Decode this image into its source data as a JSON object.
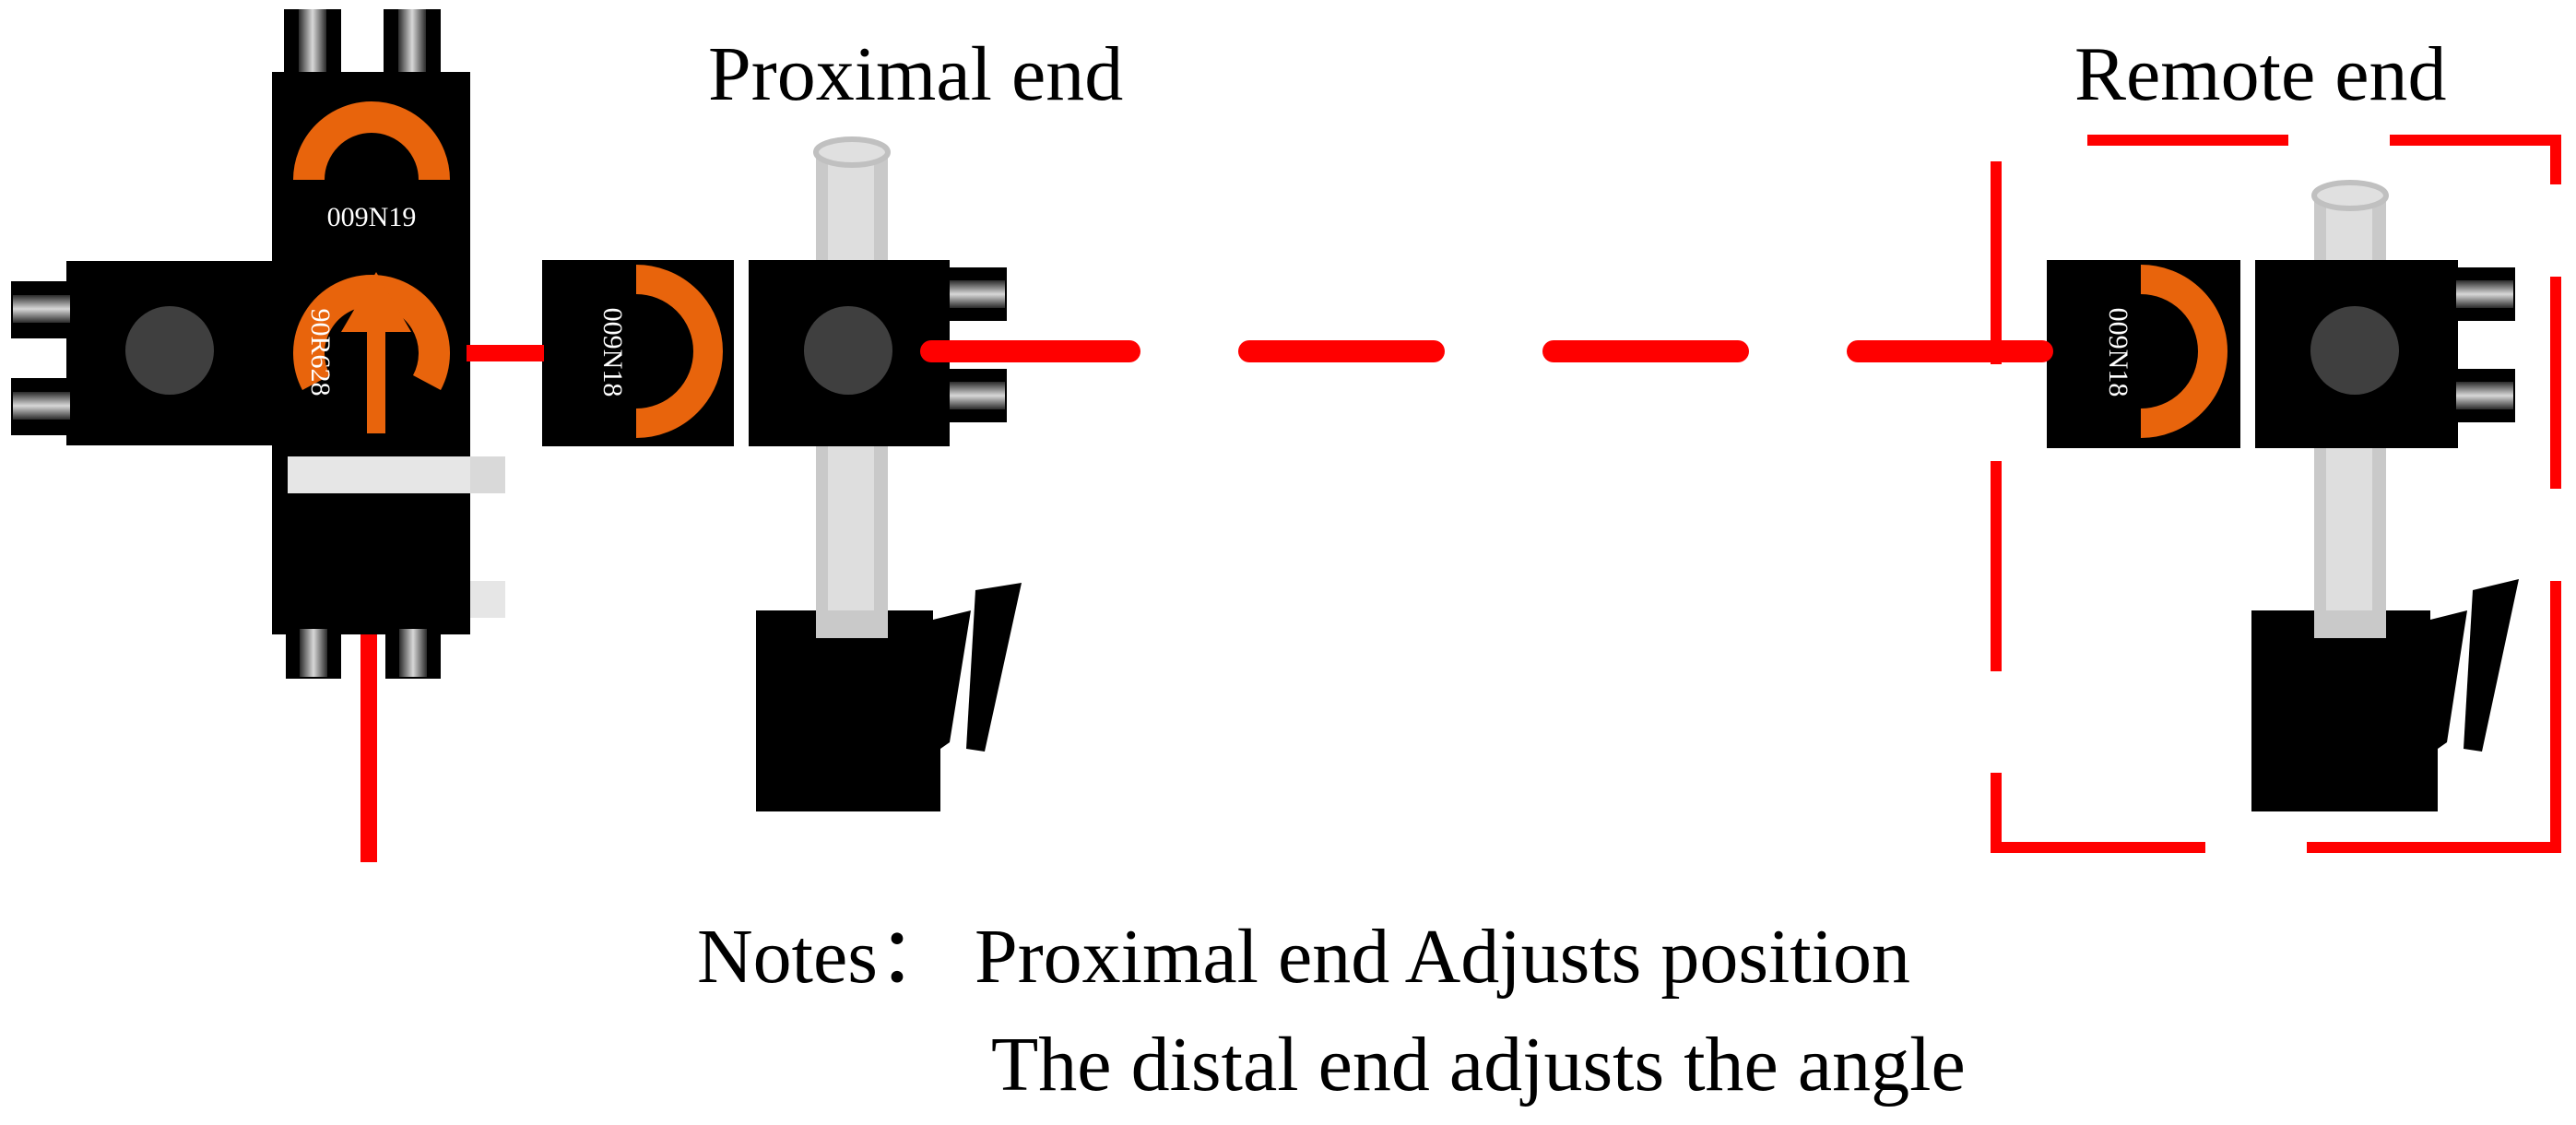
{
  "labels": {
    "proximal_end": "Proximal end",
    "remote_end": "Remote end"
  },
  "components": {
    "cross_block_top": "009N19",
    "cross_block_center": "90R628",
    "proximal_mount": "009N18",
    "remote_mount": "009N18"
  },
  "notes": {
    "line1": "Notes：  Proximal end Adjusts position",
    "line2": "The distal end adjusts the angle"
  },
  "colors": {
    "laser_beam": "#ff0000",
    "accent_orange": "#e8640c",
    "block_black": "#000000",
    "rod_gray": "#cccccc",
    "knob_gray": "#3f3f3f"
  }
}
